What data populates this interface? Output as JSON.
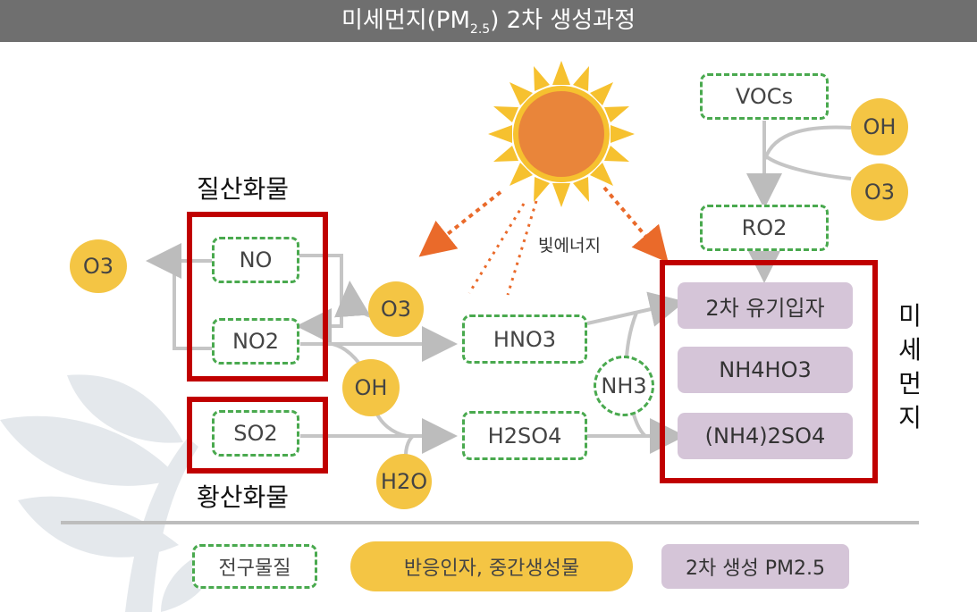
{
  "title": "미세먼지(PM2.5) 2차 생성과정",
  "title_main": "미세먼지(PM",
  "title_sub": "2.5",
  "title_end": ") 2차 생성과정",
  "colors": {
    "green_dash": "#49a94e",
    "yellow": "#f4c544",
    "purple": "#d5c5d8",
    "red": "#c00000",
    "sun": "#e9853a",
    "arrow_orange": "#ea6a2a"
  },
  "labels": {
    "nitrogen_oxides": "질산화물",
    "sulfur_oxides": "황산화물",
    "light_energy": "빛에너지",
    "fine_dust_vertical": [
      "미",
      "세",
      "먼",
      "지"
    ]
  },
  "precursors": {
    "no": "NO",
    "no2": "NO2",
    "so2": "SO2",
    "vocs": "VOCs",
    "ro2": "RO2",
    "hno3": "HNO3",
    "h2so4": "H2SO4"
  },
  "reactants": {
    "o3_left": "O3",
    "o3_mid": "O3",
    "oh_mid": "OH",
    "h2o": "H2O",
    "nh3": "NH3",
    "oh_right": "OH",
    "o3_right": "O3"
  },
  "products": {
    "secondary_organic": "2차 유기입자",
    "nh4no3": "NH4HO3",
    "nh4_2so4": "(NH4)2SO4"
  },
  "legend": {
    "precursor": "전구물질",
    "reactant": "반응인자, 중간생성물",
    "pm": "2차 생성 PM2.5"
  },
  "icons": [
    "sun-icon",
    "leaf-sprout-icon"
  ]
}
